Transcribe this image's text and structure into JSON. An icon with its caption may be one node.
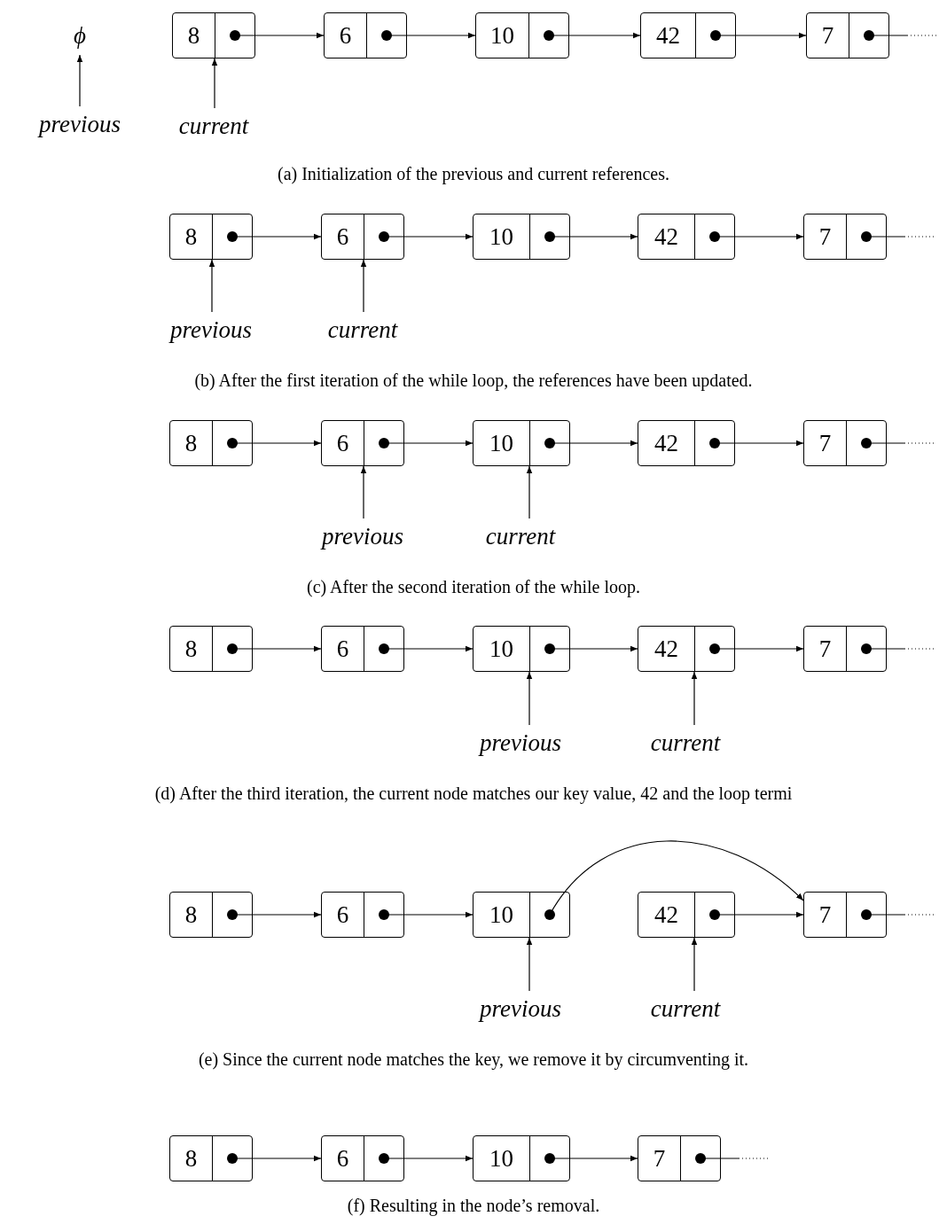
{
  "diagram": {
    "nodes": [
      {
        "text": [
          "ϕ"
        ]
      },
      {
        "text": [
          "8"
        ]
      },
      {
        "text": [
          "6"
        ]
      },
      {
        "text": [
          "10"
        ]
      },
      {
        "text": [
          "42"
        ]
      },
      {
        "text": [
          "7"
        ]
      },
      {
        "text": [
          "previous"
        ]
      },
      {
        "text": [
          "current"
        ]
      },
      {
        "text": [
          "8"
        ]
      },
      {
        "text": [
          "6"
        ]
      },
      {
        "text": [
          "10"
        ]
      },
      {
        "text": [
          "42"
        ]
      },
      {
        "text": [
          "7"
        ]
      },
      {
        "text": [
          "previous"
        ]
      },
      {
        "text": [
          "current"
        ]
      },
      {
        "text": [
          "8"
        ]
      },
      {
        "text": [
          "6"
        ]
      },
      {
        "text": [
          "10"
        ]
      },
      {
        "text": [
          "42"
        ]
      },
      {
        "text": [
          "7"
        ]
      },
      {
        "text": [
          "previous"
        ]
      },
      {
        "text": [
          "current"
        ]
      },
      {
        "text": [
          "8"
        ]
      },
      {
        "text": [
          "6"
        ]
      },
      {
        "text": [
          "10"
        ]
      },
      {
        "text": [
          "42"
        ]
      },
      {
        "text": [
          "7"
        ]
      },
      {
        "text": [
          "previous"
        ]
      },
      {
        "text": [
          "current"
        ]
      },
      {
        "text": [
          "8"
        ]
      },
      {
        "text": [
          "6"
        ]
      },
      {
        "text": [
          "10"
        ]
      },
      {
        "text": [
          "42"
        ]
      },
      {
        "text": [
          "7"
        ]
      },
      {
        "text": [
          "previous"
        ]
      },
      {
        "text": [
          "current"
        ]
      },
      {
        "text": [
          "8"
        ]
      },
      {
        "text": [
          "6"
        ]
      },
      {
        "text": [
          "10"
        ]
      },
      {
        "text": [
          "7"
        ]
      }
    ],
    "edges": [
      {
        "from": 1,
        "to": 2,
        "arrow": "to"
      },
      {
        "from": 2,
        "to": 3,
        "arrow": "to"
      },
      {
        "from": 3,
        "to": 4,
        "arrow": "to"
      },
      {
        "from": 4,
        "to": 5,
        "arrow": "to"
      },
      {
        "from": 5,
        "to": null,
        "arrow": "none",
        "style": "dashed"
      },
      {
        "from": 6,
        "to": 0,
        "arrow": "to"
      },
      {
        "from": 7,
        "to": 1,
        "arrow": "to"
      },
      {
        "from": 8,
        "to": 9,
        "arrow": "to"
      },
      {
        "from": 9,
        "to": 10,
        "arrow": "to"
      },
      {
        "from": 10,
        "to": 11,
        "arrow": "to"
      },
      {
        "from": 11,
        "to": 12,
        "arrow": "to"
      },
      {
        "from": 12,
        "to": null,
        "arrow": "none",
        "style": "dashed"
      },
      {
        "from": 13,
        "to": 8,
        "arrow": "to"
      },
      {
        "from": 14,
        "to": 9,
        "arrow": "to"
      },
      {
        "from": 15,
        "to": 16,
        "arrow": "to"
      },
      {
        "from": 16,
        "to": 17,
        "arrow": "to"
      },
      {
        "from": 17,
        "to": 18,
        "arrow": "to"
      },
      {
        "from": 18,
        "to": 19,
        "arrow": "to"
      },
      {
        "from": 19,
        "to": null,
        "arrow": "none",
        "style": "dashed"
      },
      {
        "from": 20,
        "to": 16,
        "arrow": "to"
      },
      {
        "from": 21,
        "to": 17,
        "arrow": "to"
      },
      {
        "from": 22,
        "to": 23,
        "arrow": "to"
      },
      {
        "from": 23,
        "to": 24,
        "arrow": "to"
      },
      {
        "from": 24,
        "to": 25,
        "arrow": "to"
      },
      {
        "from": 25,
        "to": 26,
        "arrow": "to"
      },
      {
        "from": 26,
        "to": null,
        "arrow": "none",
        "style": "dashed"
      },
      {
        "from": 27,
        "to": 24,
        "arrow": "to"
      },
      {
        "from": 28,
        "to": 25,
        "arrow": "to"
      },
      {
        "from": 29,
        "to": 30,
        "arrow": "to"
      },
      {
        "from": 30,
        "to": 31,
        "arrow": "to"
      },
      {
        "from": 31,
        "to": 33,
        "arrow": "to"
      },
      {
        "from": 32,
        "to": 33,
        "arrow": "to"
      },
      {
        "from": 33,
        "to": null,
        "arrow": "none",
        "style": "dashed"
      },
      {
        "from": 34,
        "to": 31,
        "arrow": "to"
      },
      {
        "from": 35,
        "to": 32,
        "arrow": "to"
      },
      {
        "from": 36,
        "to": 37,
        "arrow": "to"
      },
      {
        "from": 37,
        "to": 38,
        "arrow": "to"
      },
      {
        "from": 38,
        "to": 39,
        "arrow": "to"
      },
      {
        "from": 39,
        "to": null,
        "arrow": "none",
        "style": "dashed"
      }
    ],
    "labels": [
      "(a) Initialization of the previous and current references.",
      "(b) After the first iteration of the while loop, the references have been updated.",
      "(c) After the second iteration of the while loop.",
      "(d) After the third iteration, the current node matches our key value, 42 and the loop termi",
      "(e) Since the current node matches the key, we remove it by circumventing it.",
      "(f) Resulting in the node’s removal."
    ]
  }
}
